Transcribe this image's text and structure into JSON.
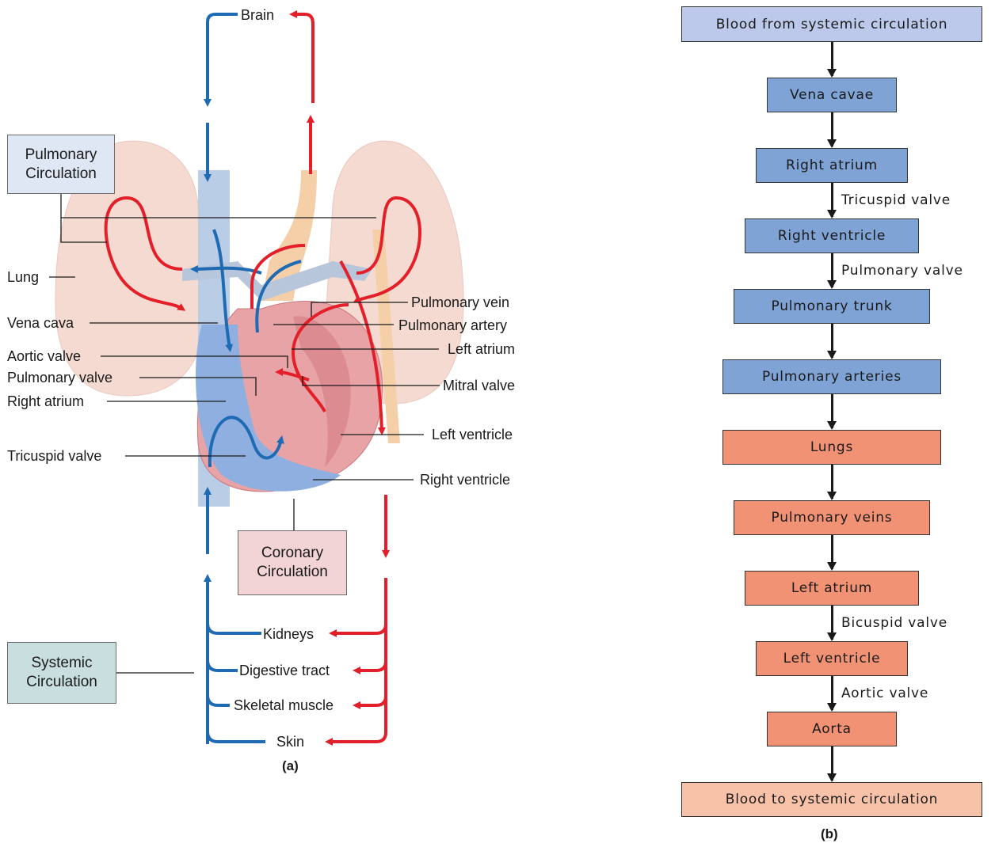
{
  "panel_a": {
    "caption": "(a)",
    "boxes": {
      "pulmonary": "Pulmonary Circulation",
      "pulmonary_line1": "Pulmonary",
      "pulmonary_line2": "Circulation",
      "coronary_line1": "Coronary",
      "coronary_line2": "Circulation",
      "systemic_line1": "Systemic",
      "systemic_line2": "Circulation"
    },
    "left_labels": {
      "lung": "Lung",
      "vena_cava": "Vena cava",
      "aortic_valve": "Aortic valve",
      "pulmonary_valve": "Pulmonary valve",
      "right_atrium": "Right atrium",
      "tricuspid_valve": "Tricuspid valve"
    },
    "right_labels": {
      "pulmonary_vein": "Pulmonary vein",
      "pulmonary_artery": "Pulmonary artery",
      "left_atrium": "Left atrium",
      "mitral_valve": "Mitral valve",
      "left_ventricle": "Left ventricle",
      "right_ventricle": "Right ventricle"
    },
    "organs": {
      "brain": "Brain",
      "kidneys": "Kidneys",
      "digestive_tract": "Digestive tract",
      "skeletal_muscle": "Skeletal muscle",
      "skin": "Skin"
    },
    "colors": {
      "deoxygenated": "#1f6bb3",
      "oxygenated": "#e3202a",
      "pulmonary_box": "#dfe6f4",
      "coronary_box": "#f2d3d6",
      "systemic_box": "#c9dfdf"
    }
  },
  "panel_b": {
    "caption": "(b)",
    "steps": [
      {
        "label": "Blood from systemic circulation",
        "color": "#bdc9ea"
      },
      {
        "label": "Vena cavae",
        "color": "#7fa3d5"
      },
      {
        "label": "Right atrium",
        "color": "#7fa3d5"
      },
      {
        "label": "Right ventricle",
        "color": "#7fa3d5"
      },
      {
        "label": "Pulmonary trunk",
        "color": "#7fa3d5"
      },
      {
        "label": "Pulmonary arteries",
        "color": "#7fa3d5"
      },
      {
        "label": "Lungs",
        "color": "#f29274"
      },
      {
        "label": "Pulmonary veins",
        "color": "#f29274"
      },
      {
        "label": "Left atrium",
        "color": "#f29274"
      },
      {
        "label": "Left ventricle",
        "color": "#f29274"
      },
      {
        "label": "Aorta",
        "color": "#f29274"
      },
      {
        "label": "Blood to systemic circulation",
        "color": "#f8c2a9"
      }
    ],
    "valves": {
      "tricuspid": "Tricuspid valve",
      "pulmonary": "Pulmonary valve",
      "bicuspid": "Bicuspid valve",
      "aortic": "Aortic valve"
    }
  }
}
